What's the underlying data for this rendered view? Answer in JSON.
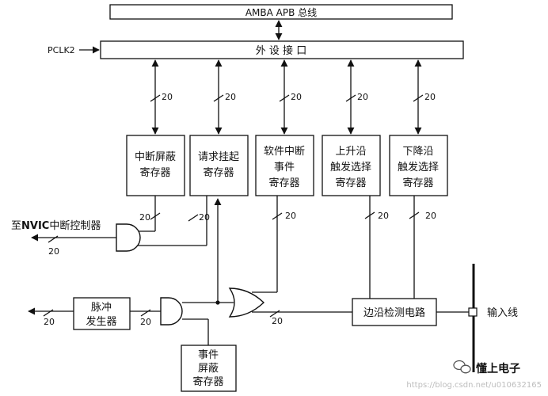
{
  "bus": {
    "label": "AMBA APB 总线"
  },
  "clock": {
    "label": "PCLK2"
  },
  "interface": {
    "label": "外 设 接 口"
  },
  "width_label": "20",
  "registers": {
    "interrupt_mask": [
      "中断屏蔽",
      "寄存器"
    ],
    "pending_request": [
      "请求挂起",
      "寄存器"
    ],
    "software_interrupt_event": [
      "软件中断",
      "事件",
      "寄存器"
    ],
    "rising_trigger_select": [
      "上升沿",
      "触发选择",
      "寄存器"
    ],
    "falling_trigger_select": [
      "下降沿",
      "触发选择",
      "寄存器"
    ],
    "event_mask": [
      "事件",
      "屏蔽",
      "寄存器"
    ]
  },
  "pulse_generator": [
    "脉冲",
    "发生器"
  ],
  "edge_detector": {
    "label": "边沿检测电路"
  },
  "input_line": {
    "label": "输入线"
  },
  "nvic_output": {
    "prefix": "至",
    "nvic": "NVIC",
    "suffix": "中断控制器"
  },
  "watermark": {
    "brand": "懂上电子",
    "url": "https://blog.csdn.net/u010632165"
  },
  "colors": {
    "line": "#111111",
    "watermark": "#bdbdbd"
  }
}
